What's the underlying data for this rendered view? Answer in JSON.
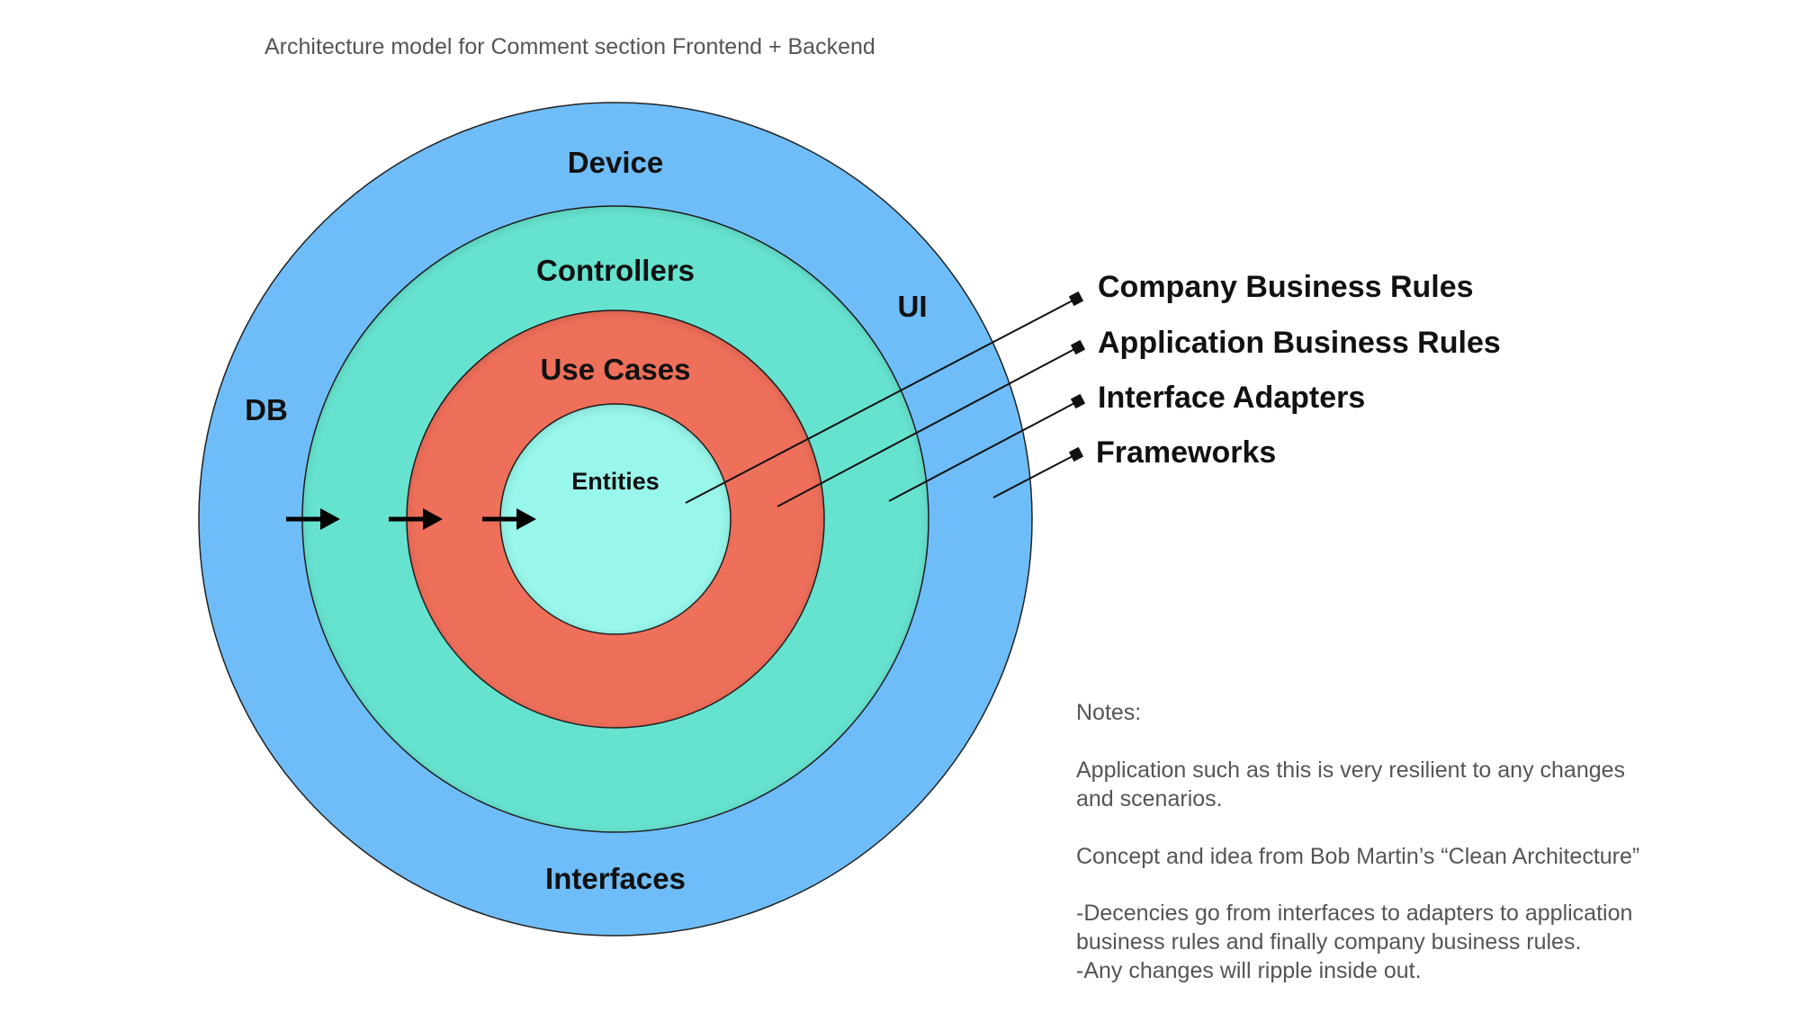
{
  "title": "Architecture model for Comment section Frontend + Backend",
  "rings": {
    "outer": {
      "top_label": "Device",
      "left_label": "DB",
      "bottom_label": "Interfaces",
      "right_label": "UI",
      "color": "#6EBDF8"
    },
    "second": {
      "top_label": "Controllers",
      "color": "#66E3CF"
    },
    "third": {
      "top_label": "Use Cases",
      "color": "#EE6F5A"
    },
    "core": {
      "label": "Entities",
      "color": "#98F6EA"
    }
  },
  "layers": [
    "Company Business Rules",
    "Application Business Rules",
    "Interface Adapters",
    "Frameworks"
  ],
  "notes": {
    "heading": "Notes:",
    "lines": [
      "Application such as this is very resilient to any changes",
      "and scenarios.",
      "Concept and idea from Bob Martin’s “Clean Architecture”",
      "-Decencies go from interfaces  to adapters to application",
      "business rules and finally company business rules.",
      "-Any changes will ripple inside out."
    ]
  },
  "icons": {
    "dependency_arrow": "right-arrow-icon"
  }
}
